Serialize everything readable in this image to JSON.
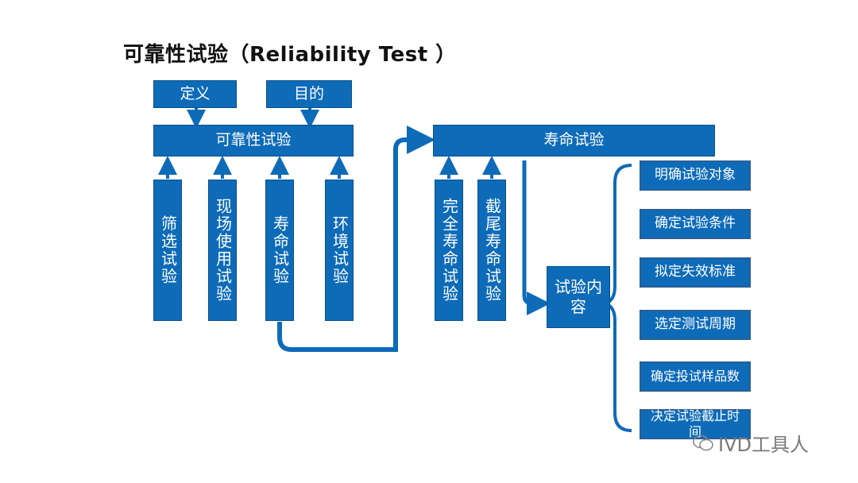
{
  "title": "可靠性试验（Reliability Test ）",
  "top_inputs": {
    "definition": "定义",
    "purpose": "目的"
  },
  "main_box": "可靠性试验",
  "categories": [
    "筛选试验",
    "现场使用试验",
    "寿命试验",
    "环境试验"
  ],
  "life_test": {
    "title": "寿命试验",
    "types": [
      "完全寿命试验",
      "截尾寿命试验"
    ],
    "content_label": "试验内容",
    "steps": [
      "明确试验对象",
      "确定试验条件",
      "拟定失效标准",
      "选定测试周期",
      "确定投试样品数",
      "决定试验截止时间"
    ]
  },
  "watermark": "IVD工具人",
  "colors": {
    "box_fill": "#0e6bb8",
    "box_border": "#0a4f8a",
    "connector": "#0e6bb8"
  }
}
